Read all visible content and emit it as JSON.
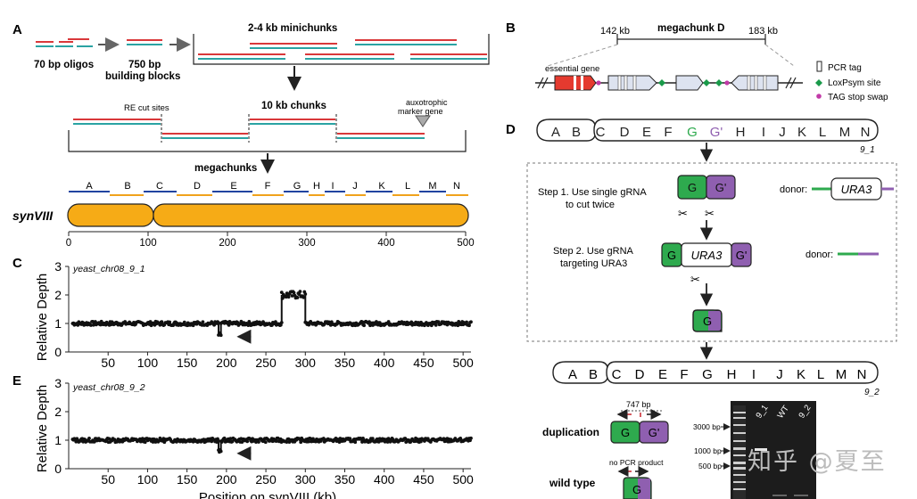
{
  "panels": {
    "a": "A",
    "b": "B",
    "c": "C",
    "d": "D",
    "e": "E"
  },
  "a": {
    "oligos": "70 bp oligos",
    "blocks_l1": "750 bp",
    "blocks_l2": "building blocks",
    "minichunks": "2-4 kb minichunks",
    "tenkb": "10 kb chunks",
    "re_cut": "RE cut sites",
    "marker_l1": "auxotrophic",
    "marker_l2": "marker gene",
    "megachunks": "megachunks",
    "syn": "synVIII",
    "letters": [
      "A",
      "B",
      "C",
      "D",
      "E",
      "F",
      "G",
      "H",
      "I",
      "J",
      "K",
      "L",
      "M",
      "N"
    ],
    "ticks": [
      "0",
      "100",
      "200",
      "300",
      "400",
      "500"
    ]
  },
  "b": {
    "title": "megachunk D",
    "start": "142 kb",
    "end": "183 kb",
    "essential": "essential gene",
    "legend": [
      "PCR tag",
      "LoxPsym site",
      "TAG stop swap"
    ],
    "colors": {
      "essential": "#e53a2f",
      "lox": "#1a9a4a",
      "tag": "#c23aa8",
      "cds": "#dde3f0"
    }
  },
  "c": {
    "label": "yeast_chr08_9_1",
    "ylabel": "Relative Depth",
    "yticks": [
      "0",
      "1",
      "2",
      "3"
    ],
    "xticks": [
      "50",
      "100",
      "150",
      "200",
      "250",
      "300",
      "350",
      "400",
      "450",
      "500"
    ]
  },
  "e": {
    "label": "yeast_chr08_9_2",
    "ylabel": "Relative Depth",
    "yticks": [
      "0",
      "1",
      "2",
      "3"
    ],
    "xticks": [
      "50",
      "100",
      "150",
      "200",
      "250",
      "300",
      "350",
      "400",
      "450",
      "500"
    ],
    "xlabel": "Position on synVIII (kb)"
  },
  "d": {
    "top_letters": [
      "A",
      "B",
      "C",
      "D",
      "E",
      "F",
      "G",
      "G'",
      "H",
      "I",
      "J",
      "K",
      "L",
      "M",
      "N"
    ],
    "top_tag": "9_1",
    "step1_l1": "Step 1. Use single gRNA",
    "step1_l2": "to cut twice",
    "step2_l1": "Step 2. Use gRNA",
    "step2_l2": "targeting URA3",
    "donor": "donor:",
    "ura3": "URA3",
    "g": "G",
    "gp": "G'",
    "bottom_letters": [
      "A",
      "B",
      "C",
      "D",
      "E",
      "F",
      "G",
      "H",
      "I",
      "J",
      "K",
      "L",
      "M",
      "N"
    ],
    "bottom_tag": "9_2",
    "dup": "duplication",
    "wt": "wild type",
    "bp747": "747 bp",
    "nopcr": "no PCR product",
    "gel_lanes": [
      "9_1",
      "WT",
      "9_2"
    ],
    "gel_markers": [
      "3000 bp",
      "1000 bp",
      "500 bp"
    ],
    "colors": {
      "green": "#2eaa4e",
      "purple": "#8f5fb0"
    }
  },
  "chart_data": [
    {
      "type": "scatter",
      "label": "yeast_chr08_9_1",
      "xlabel": "",
      "ylabel": "Relative Depth",
      "xlim": [
        0,
        510
      ],
      "ylim": [
        0,
        3
      ],
      "segments": [
        {
          "x": [
            5,
            190
          ],
          "y": 1.0
        },
        {
          "x": [
            190,
            193
          ],
          "y": 0.6
        },
        {
          "x": [
            193,
            270
          ],
          "y": 1.0
        },
        {
          "x": [
            270,
            300
          ],
          "y": 2.0
        },
        {
          "x": [
            300,
            510
          ],
          "y": 1.0
        }
      ],
      "annotations": [
        {
          "x": 195,
          "text": "arrow"
        }
      ]
    },
    {
      "type": "scatter",
      "label": "yeast_chr08_9_2",
      "xlabel": "Position on synVIII (kb)",
      "ylabel": "Relative Depth",
      "xlim": [
        0,
        510
      ],
      "ylim": [
        0,
        3
      ],
      "segments": [
        {
          "x": [
            5,
            190
          ],
          "y": 1.0
        },
        {
          "x": [
            190,
            193
          ],
          "y": 0.6
        },
        {
          "x": [
            193,
            510
          ],
          "y": 1.0
        }
      ],
      "annotations": [
        {
          "x": 195,
          "text": "arrow"
        }
      ]
    }
  ],
  "watermark": "知乎 @夏至"
}
